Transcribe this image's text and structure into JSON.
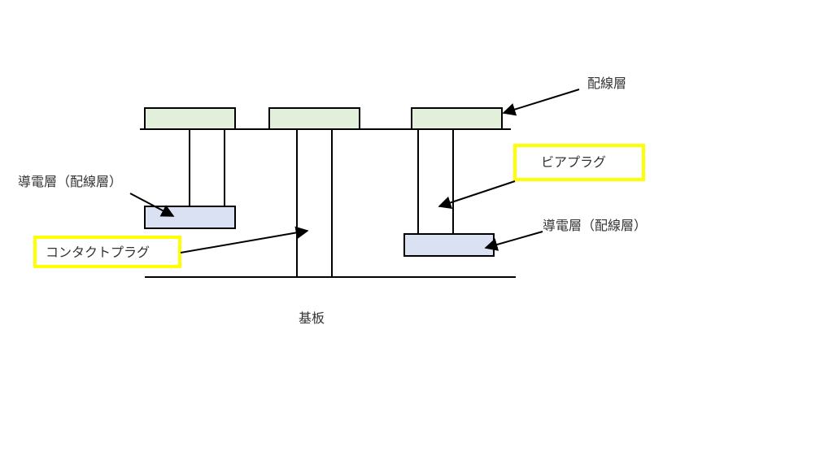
{
  "labels": {
    "wiring_layer": "配線層",
    "conductive_layer_left": "導電層（配線層）",
    "conductive_layer_right": "導電層（配線層）",
    "via_plug": "ビアプラグ",
    "contact_plug": "コンタクトプラグ",
    "substrate": "基板"
  },
  "colors": {
    "wiring_fill": "#e2efda",
    "conductive_fill": "#d9e1f2",
    "highlight_border": "#ffff00",
    "line": "#000000",
    "text": "#333333"
  }
}
